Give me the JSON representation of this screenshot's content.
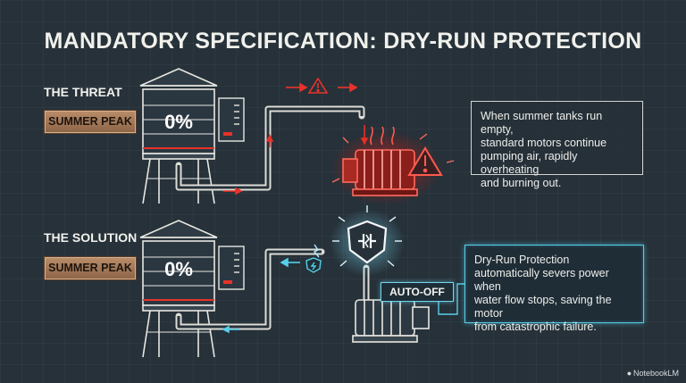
{
  "title": "MANDATORY SPECIFICATION: DRY-RUN PROTECTION",
  "threat": {
    "label": "THE THREAT",
    "tag": "SUMMER PEAK",
    "level": "0%",
    "callout": [
      "When summer tanks run empty,",
      "standard motors continue",
      "pumping air, rapidly overheating",
      "and burning out."
    ],
    "accent_color": "#e8322a"
  },
  "solution": {
    "label": "THE SOLUTION",
    "tag": "SUMMER PEAK",
    "level": "0%",
    "badge": "AUTO-OFF",
    "callout": [
      "Dry-Run Protection",
      "automatically severs power when",
      "water flow stops, saving the motor",
      "from catastrophic failure."
    ],
    "accent_color": "#56d0ea"
  },
  "icons": [
    "warning-icon",
    "fire-icon",
    "shield-icon",
    "lightning-icon",
    "checkmark-icon"
  ],
  "logo": "NotebookLM"
}
